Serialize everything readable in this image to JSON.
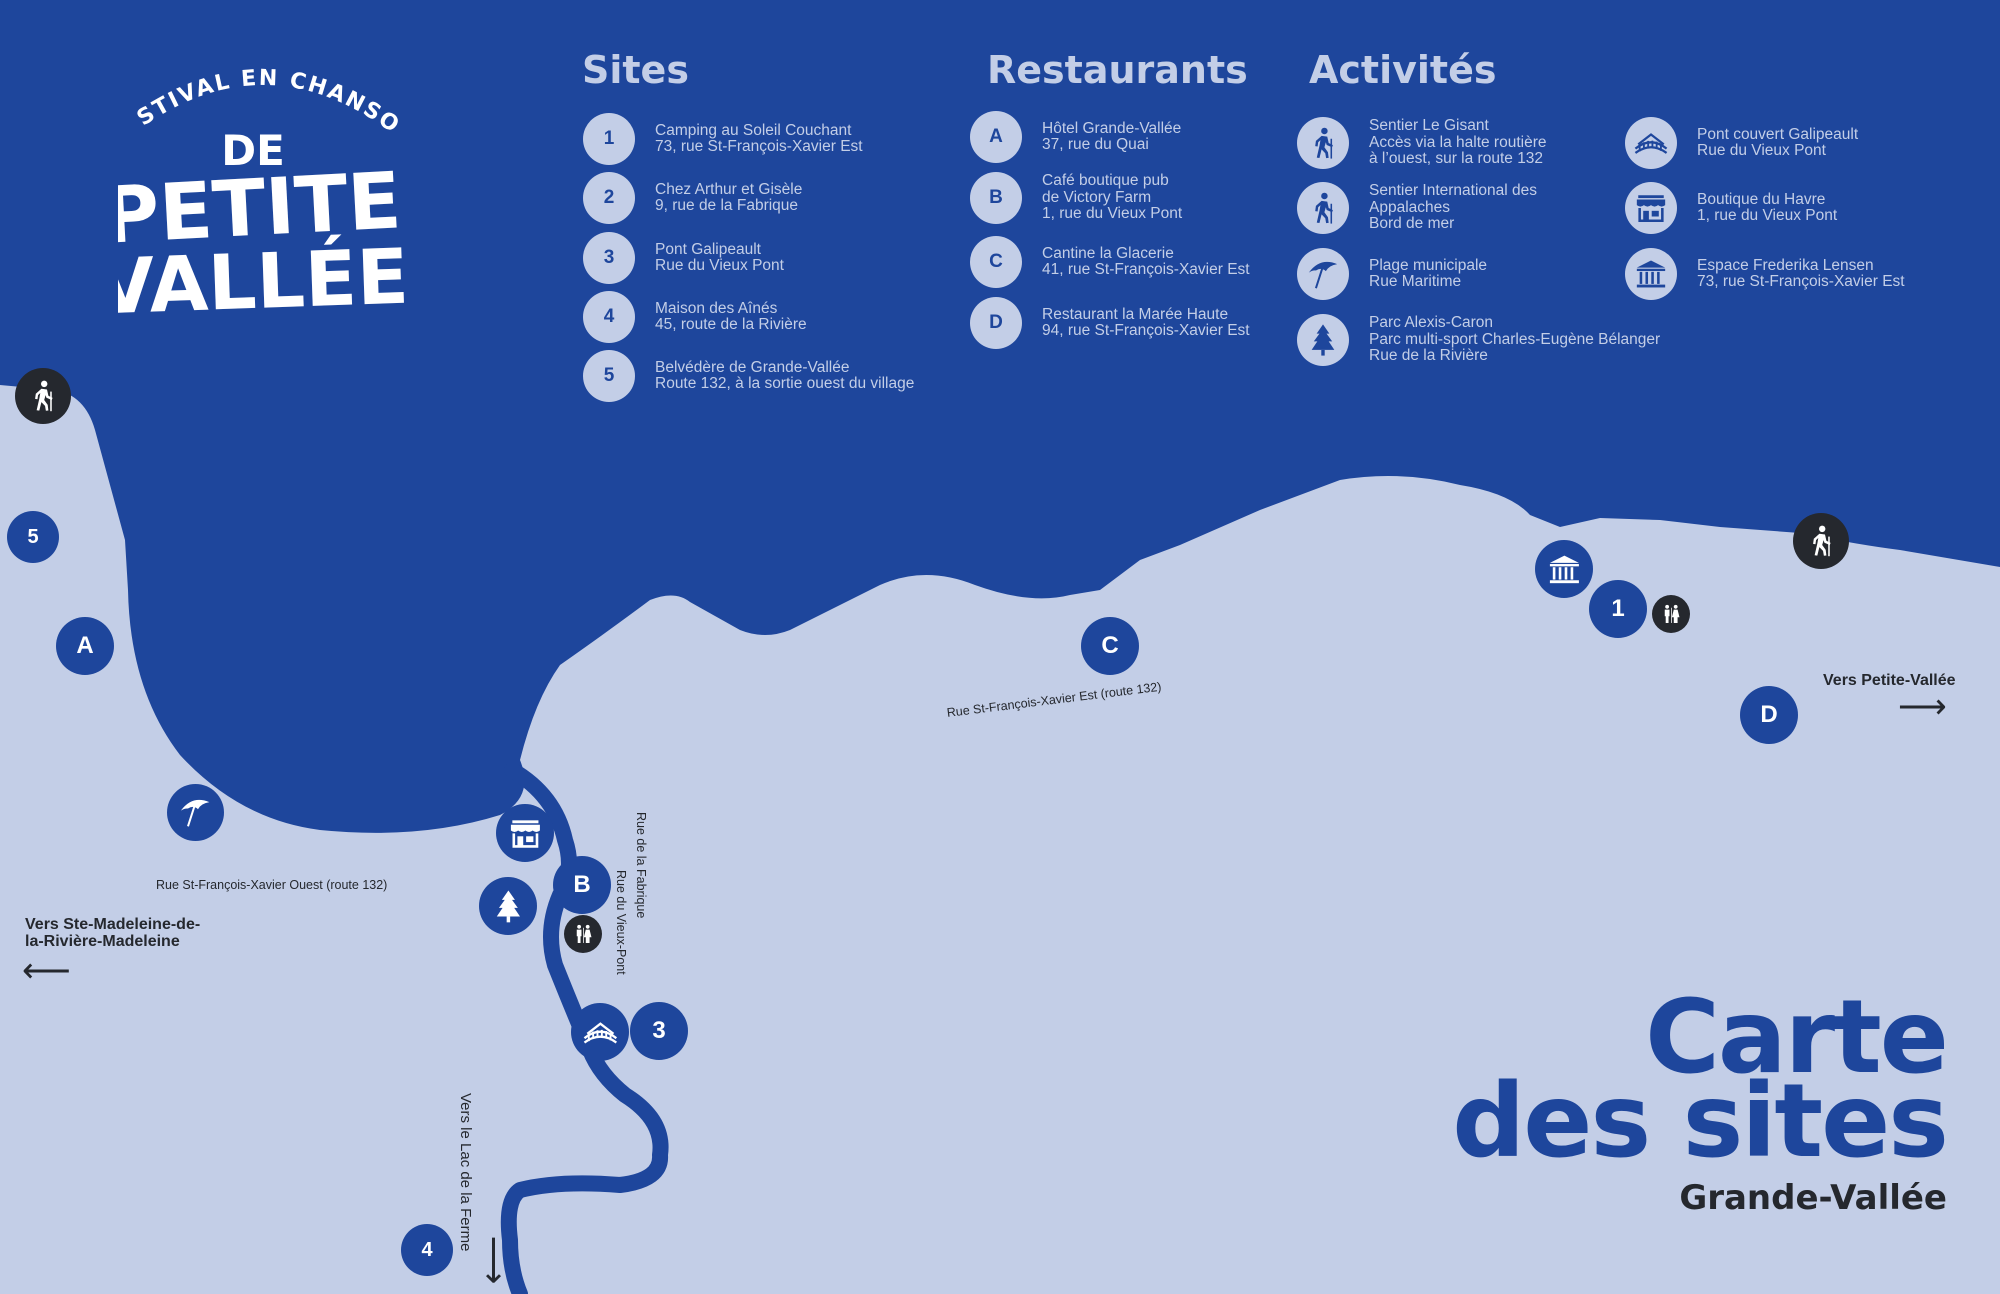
{
  "headers": {
    "sites": "Sites",
    "restaurants": "Restaurants",
    "activities": "Activités"
  },
  "logo": {
    "arc_text": "FESTIVAL EN CHANSON",
    "line1": "DE",
    "line2": "PETITE",
    "line3": "VALLÉE"
  },
  "sites": [
    {
      "badge": "1",
      "lines": [
        "Camping au Soleil Couchant",
        "73, rue St-François-Xavier Est"
      ]
    },
    {
      "badge": "2",
      "lines": [
        "Chez Arthur et Gisèle",
        "9, rue de la Fabrique"
      ]
    },
    {
      "badge": "3",
      "lines": [
        "Pont Galipeault",
        "Rue du Vieux Pont"
      ]
    },
    {
      "badge": "4",
      "lines": [
        "Maison des Aînés",
        "45, route de la Rivière"
      ]
    },
    {
      "badge": "5",
      "lines": [
        "Belvédère de Grande-Vallée",
        "Route 132, à la sortie ouest du village"
      ]
    }
  ],
  "restaurants": [
    {
      "badge": "A",
      "lines": [
        "Hôtel Grande-Vallée",
        "37, rue du Quai"
      ]
    },
    {
      "badge": "B",
      "lines": [
        "Café boutique pub",
        "de Victory Farm",
        "1, rue du Vieux Pont"
      ]
    },
    {
      "badge": "C",
      "lines": [
        "Cantine la Glacerie",
        "41, rue St-François-Xavier Est"
      ]
    },
    {
      "badge": "D",
      "lines": [
        "Restaurant la Marée Haute",
        "94, rue St-François-Xavier Est"
      ]
    }
  ],
  "activities_left": [
    {
      "icon": "hiker-icon",
      "lines": [
        "Sentier Le Gisant",
        "Accès via la halte routière",
        "à l’ouest, sur la route 132"
      ]
    },
    {
      "icon": "hiker-icon",
      "lines": [
        "Sentier International des",
        "Appalaches",
        "Bord de mer"
      ]
    },
    {
      "icon": "beach-umbrella-icon",
      "lines": [
        "Plage municipale",
        "Rue Maritime"
      ]
    },
    {
      "icon": "tree-icon",
      "lines": [
        "Parc Alexis-Caron",
        "Parc multi-sport Charles-Eugène Bélanger",
        "Rue de la Rivière"
      ]
    }
  ],
  "activities_right": [
    {
      "icon": "covered-bridge-icon",
      "lines": [
        "Pont couvert Galipeault",
        "Rue du Vieux Pont"
      ]
    },
    {
      "icon": "shop-icon",
      "lines": [
        "Boutique du Havre",
        "1, rue du Vieux Pont"
      ]
    },
    {
      "icon": "museum-icon",
      "lines": [
        "Espace Frederika Lensen",
        "73, rue St-François-Xavier Est"
      ]
    }
  ],
  "map": {
    "markers": {
      "site1": "1",
      "site3": "3",
      "site4": "4",
      "site5": "5",
      "restA": "A",
      "restB": "B",
      "restC": "C",
      "restD": "D"
    },
    "streets": {
      "sfx_est": "Rue St-François-Xavier Est (route 132)",
      "sfx_ouest": "Rue St-François-Xavier Ouest (route 132)",
      "fabrique": "Rue de la Fabrique",
      "vieux_pont": "Rue du Vieux-Pont",
      "lac_ferme": "Vers le Lac de la Ferme"
    },
    "directions": {
      "east": "Vers Petite-Vallée",
      "west_line1": "Vers Ste-Madeleine-de-",
      "west_line2": "la-Rivière-Madeleine"
    }
  },
  "title": {
    "line1": "Carte",
    "line2": "des sites",
    "subtitle": "Grande-Vallée"
  },
  "colors": {
    "sea": "#1e469c",
    "land": "#c3cee7",
    "dark": "#25282e",
    "white": "#ffffff"
  }
}
